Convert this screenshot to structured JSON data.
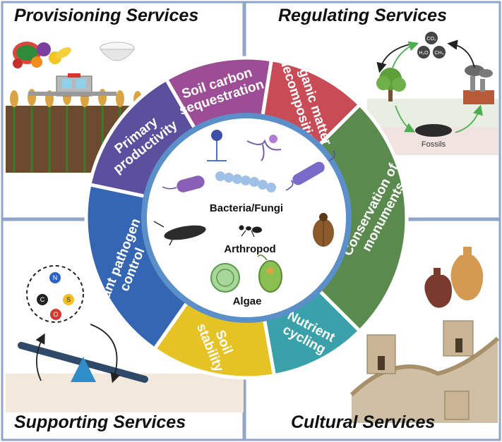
{
  "quadrants": {
    "provisioning": "Provisioning Services",
    "regulating": "Regulating Services",
    "supporting": "Supporting Services",
    "cultural": "Cultural Services"
  },
  "ring_segments": [
    {
      "lines": [
        "Primary",
        "productivity"
      ],
      "color": "#5b4f9e"
    },
    {
      "lines": [
        "Soil carbon",
        "sequestration"
      ],
      "color": "#9c4d95"
    },
    {
      "lines": [
        "Organic matter",
        "decomposition"
      ],
      "color": "#c84b55"
    },
    {
      "lines": [
        "Conservation of",
        "monuments"
      ],
      "color": "#5b8a4e"
    },
    {
      "lines": [
        "Nutrient",
        "cycling"
      ],
      "color": "#3aa0aa"
    },
    {
      "lines": [
        "Soil",
        "stability"
      ],
      "color": "#e6c325"
    },
    {
      "lines": [
        "Plant pathogen",
        "control"
      ],
      "color": "#3566b3"
    }
  ],
  "center_labels": {
    "bacteria": "Bacteria/Fungi",
    "arthropod": "Arthropod",
    "algae": "Algae"
  },
  "regulating_diagram": {
    "co2": "CO₂",
    "h2o": "H₂O",
    "ch4": "CH₄",
    "fossils": "Fossils"
  },
  "supporting_diagram": {
    "elements": [
      "N",
      "C",
      "S",
      "O"
    ]
  },
  "colors": {
    "frame": "#8fa6c8",
    "arrow_green": "#4caf50"
  }
}
